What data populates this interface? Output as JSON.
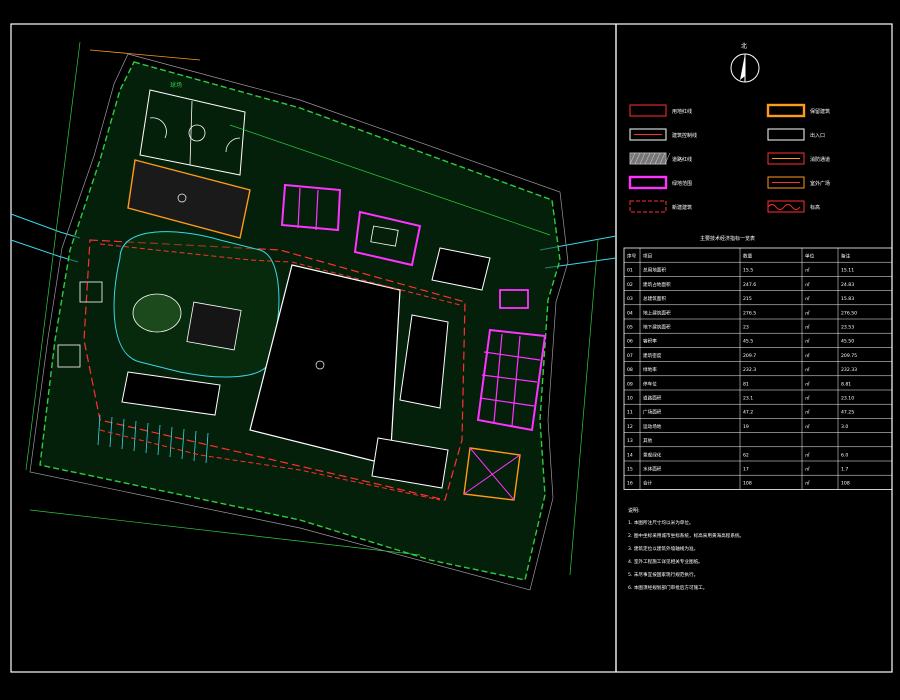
{
  "colors": {
    "background": "#000000",
    "frame": "#ffffff",
    "green": "#2ecc40",
    "green_fill": "#0a3a12",
    "red": "#ff3030",
    "magenta": "#ff33ff",
    "cyan": "#3ad7e8",
    "orange": "#ff9a1a",
    "yellow": "#ffe14d",
    "gray": "#9a9a9a"
  },
  "north_arrow": {
    "label": "北"
  },
  "sports_field": {
    "name": "球场"
  },
  "legend": {
    "items": [
      {
        "label": "用地红线"
      },
      {
        "label": "建筑控制线"
      },
      {
        "label": "道路红线"
      },
      {
        "label": "绿地范围"
      },
      {
        "label": "新建建筑"
      },
      {
        "label": "保留建筑"
      },
      {
        "label": "出入口"
      },
      {
        "label": "消防通道"
      },
      {
        "label": "室外广场"
      },
      {
        "label": "标高"
      }
    ]
  },
  "table": {
    "title": "主要技术经济指标一览表",
    "columns": [
      "序号",
      "项目",
      "数量",
      "单位",
      "备注"
    ],
    "rows": [
      [
        "01",
        "总用地面积",
        "15.5",
        "㎡",
        "15.11"
      ],
      [
        "02",
        "建筑占地面积",
        "247.6",
        "㎡",
        "24.83"
      ],
      [
        "03",
        "总建筑面积",
        "215",
        "㎡",
        "15.83"
      ],
      [
        "04",
        "地上建筑面积",
        "276.5",
        "㎡",
        "276.50"
      ],
      [
        "05",
        "地下建筑面积",
        "23",
        "㎡",
        "23.53"
      ],
      [
        "06",
        "容积率",
        "45.5",
        "㎡",
        "45.50"
      ],
      [
        "07",
        "建筑密度",
        "209.7",
        "㎡",
        "209.75"
      ],
      [
        "08",
        "绿地率",
        "232.3",
        "㎡",
        "232.33"
      ],
      [
        "09",
        "停车位",
        "81",
        "㎡",
        "8.81"
      ],
      [
        "10",
        "道路面积",
        "23.1",
        "㎡",
        "23.10"
      ],
      [
        "11",
        "广场面积",
        "47.2",
        "㎡",
        "47.25"
      ],
      [
        "12",
        "运动场地",
        "19",
        "㎡",
        "3.0"
      ],
      [
        "13",
        "其他",
        "",
        "",
        ""
      ],
      [
        "14",
        "景观绿化",
        "62",
        "㎡",
        "6.0"
      ],
      [
        "15",
        "水体面积",
        "17",
        "㎡",
        "1.7"
      ],
      [
        "16",
        "合计",
        "108",
        "㎡",
        "108"
      ]
    ]
  },
  "notes": {
    "title": "说明:",
    "items": [
      "1. 本图所注尺寸均以米为单位。",
      "2. 图中坐标采用城市坐标系统，标高采用黄海高程系统。",
      "3. 建筑定位以建筑外墙轴线为准。",
      "4. 室外工程施工详见相关专业图纸。",
      "5. 未尽事宜按国家现行规范执行。",
      "6. 本图须经规划部门审批后方可施工。"
    ]
  }
}
